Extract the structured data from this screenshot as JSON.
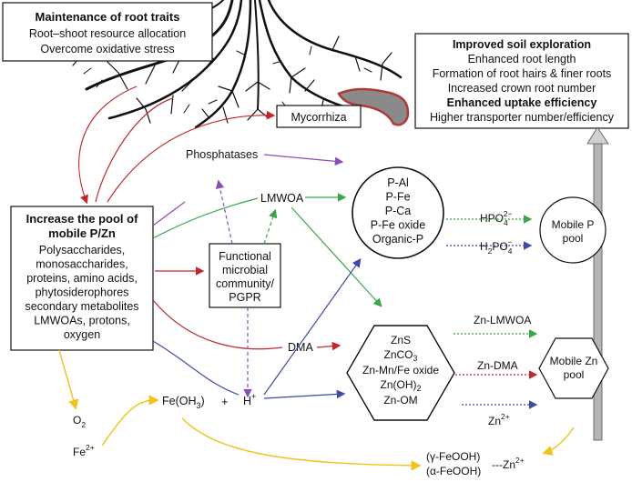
{
  "box_maintenance": {
    "title": "Maintenance of root traits",
    "line1": "Root–shoot resource allocation",
    "line2": "Overcome oxidative stress"
  },
  "box_soil": {
    "title": "Improved soil exploration",
    "line1": "Enhanced root length",
    "line2": "Formation of root hairs & finer roots",
    "line3": "Increased crown root number",
    "title2": "Enhanced uptake efficiency",
    "line4": "Higher transporter number/efficiency"
  },
  "box_pool": {
    "title1": "Increase the pool of",
    "title2": "mobile P/Zn",
    "items": [
      "Polysaccharides,",
      "monosaccharides,",
      "proteins, amino acids,",
      "phytosiderophores",
      "secondary metabolites",
      "LMWOAs, protons,",
      "oxygen"
    ]
  },
  "box_microbial": {
    "lines": [
      "Functional",
      "microbial",
      "community/",
      "PGPR"
    ]
  },
  "mycorrhiza": "Mycorrhiza",
  "phosphatases": "Phosphatases",
  "lmwoa": "LMWOA",
  "dma": "DMA",
  "p_forms": [
    "P-Al",
    "P-Fe",
    "P-Ca",
    "P-Fe oxide",
    "Organic-P"
  ],
  "zn_forms": {
    "zns": "ZnS",
    "znco3_a": "ZnCO",
    "znco3_sub": "3",
    "znmnfe": "Zn-Mn/Fe oxide",
    "znoh_a": "Zn(OH)",
    "znoh_sub": "2",
    "znom": "Zn-OM"
  },
  "hpo4": {
    "base": "HPO",
    "sub": "4",
    "sup": "2−"
  },
  "h2po4": {
    "base": "H",
    "sub1": "2",
    "mid": "PO",
    "sub2": "4",
    "sup": "−"
  },
  "mobile_p": [
    "Mobile P",
    "pool"
  ],
  "mobile_zn": [
    "Mobile Zn",
    "pool"
  ],
  "zn_lmwoa": "Zn-LMWOA",
  "zn_dma": "Zn-DMA",
  "zn2": {
    "base": "Zn",
    "sup": "2+"
  },
  "o2": {
    "base": "O",
    "sub": "2"
  },
  "feoh3": "Fe(OH",
  "feoh3_sub": "3",
  "feoh3_end": ")",
  "plus": "+",
  "hplus": {
    "base": "H",
    "sup": "+"
  },
  "fe2": {
    "base": "Fe",
    "sup": "2+"
  },
  "feooh_gamma": "(γ-FeOOH)",
  "feooh_alpha": "(α-FeOOH)",
  "feooh_zn": {
    "base": "---Zn",
    "sup": "2+"
  },
  "colors": {
    "red": "#c0282d",
    "purple": "#8a4fb5",
    "green": "#3aa54a",
    "blue": "#3d4aa8",
    "yellow": "#f2c21b",
    "gray": "#b5b5b5",
    "root_red": "#b03a3a"
  }
}
